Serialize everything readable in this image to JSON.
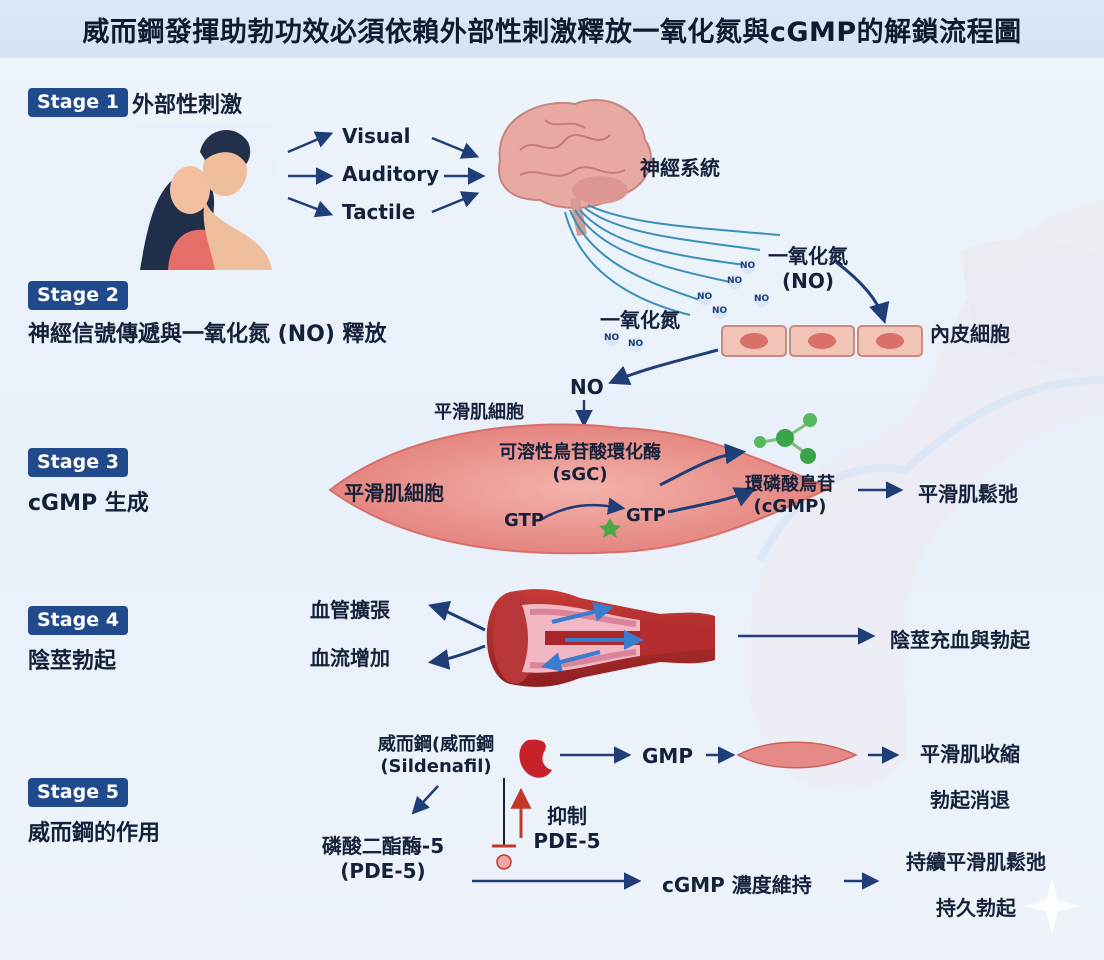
{
  "title": "威而鋼發揮助勃功效必須依賴外部性刺激釋放一氧化氮與cGMP的解鎖流程圖",
  "stages": [
    {
      "badge": "Stage 1",
      "title": "外部性刺激"
    },
    {
      "badge": "Stage 2",
      "title": "神經信號傳遞與一氧化氮 (NO) 釋放"
    },
    {
      "badge": "Stage 3",
      "title": "cGMP 生成"
    },
    {
      "badge": "Stage 4",
      "title": "陰莖勃起"
    },
    {
      "badge": "Stage 5",
      "title": "威而鋼的作用"
    }
  ],
  "stage1": {
    "visual": "Visual",
    "auditory": "Auditory",
    "tactile": "Tactile",
    "nervous_system": "神經系統"
  },
  "stage2": {
    "no_label_top": "一氧化氮",
    "no_label_top_abbr": "(NO)",
    "no_label_left": "一氧化氮",
    "endothelial": "內皮細胞",
    "no_molecule": "NO"
  },
  "stage3": {
    "no": "NO",
    "smooth_muscle_top": "平滑肌細胞",
    "sgc": "可溶性鳥苷酸環化酶",
    "sgc_abbr": "(sGC)",
    "smooth_muscle_left": "平滑肌細胞",
    "gtp1": "GTP",
    "gtp2": "GTP",
    "cgmp": "環磷酸鳥苷",
    "cgmp_abbr": "(cGMP)",
    "relax": "平滑肌鬆弛"
  },
  "stage4": {
    "dilation": "血管擴張",
    "flow": "血流增加",
    "erection": "陰莖充血與勃起"
  },
  "stage5": {
    "viagra": "威而鋼(威而鋼",
    "viagra_en": "(Sildenafil)",
    "gmp": "GMP",
    "contract": "平滑肌收縮",
    "subside": "勃起消退",
    "inhibit": "抑制",
    "inhibit_pde": "PDE-5",
    "pde": "磷酸二酯酶-5",
    "pde_abbr": "(PDE-5)",
    "cgmp_maintain": "cGMP 濃度維持",
    "sustain": "持續平滑肌鬆弛",
    "lasting": "持久勃起"
  },
  "colors": {
    "badge": "#214a8c",
    "arrow": "#1f3e78",
    "inhibit": "#c0392b",
    "muscle": "#e58a86",
    "vessel": "#a8282a",
    "cgmp": "#3aa548",
    "brain": "#e7a6a0"
  }
}
